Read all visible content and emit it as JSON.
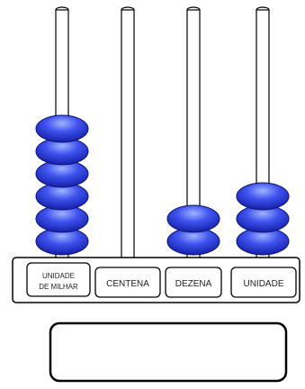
{
  "abacus": {
    "rods": [
      {
        "label_lines": [
          "UNIDADE",
          "DE MILHAR"
        ],
        "beads": 6
      },
      {
        "label_lines": [
          "CENTENA"
        ],
        "beads": 0
      },
      {
        "label_lines": [
          "DEZENA"
        ],
        "beads": 2
      },
      {
        "label_lines": [
          "UNIDADE"
        ],
        "beads": 3
      }
    ],
    "answer_box": {
      "value": ""
    },
    "colors": {
      "bead_dark": "#1f2fd0",
      "bead_light": "#8fa6ff",
      "rod_fill": "#ffffff",
      "outline": "#000000"
    }
  }
}
